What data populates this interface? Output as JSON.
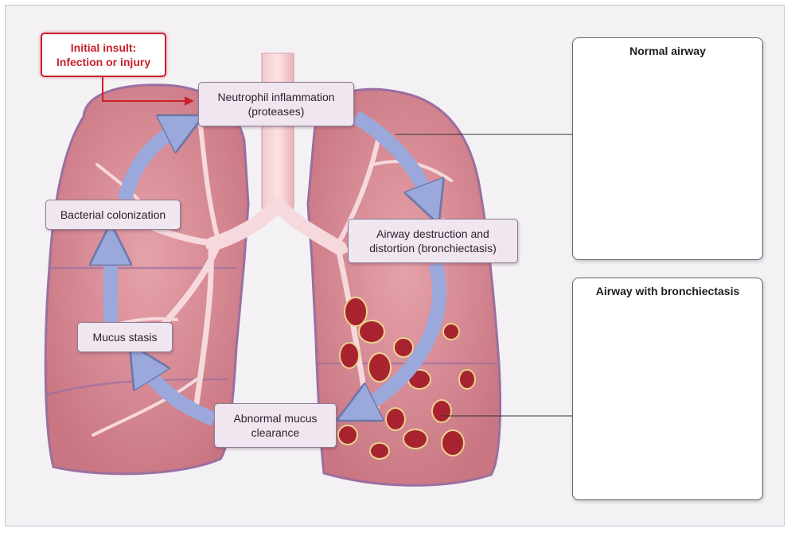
{
  "insult": {
    "line1": "Initial insult:",
    "line2": "Infection or injury"
  },
  "cycle": {
    "neutrophil": {
      "line1": "Neutrophil inflammation",
      "line2": "(proteases)"
    },
    "airway_destruction": {
      "line1": "Airway destruction and",
      "line2": "distortion (bronchiectasis)"
    },
    "abnormal_mucus": {
      "line1": "Abnormal mucus",
      "line2": "clearance"
    },
    "mucus_stasis": {
      "line1": "Mucus stasis"
    },
    "bacterial": {
      "line1": "Bacterial colonization"
    }
  },
  "panels": {
    "normal": {
      "title": "Normal airway"
    },
    "bronchiectasis": {
      "title": "Airway with bronchiectasis"
    }
  },
  "colors": {
    "insult": "#c8202c",
    "arrow": "#9aa8dc",
    "lung": "#d98b95",
    "lung_edge": "#9a6fa0",
    "label_bg": "#efe6ef"
  }
}
